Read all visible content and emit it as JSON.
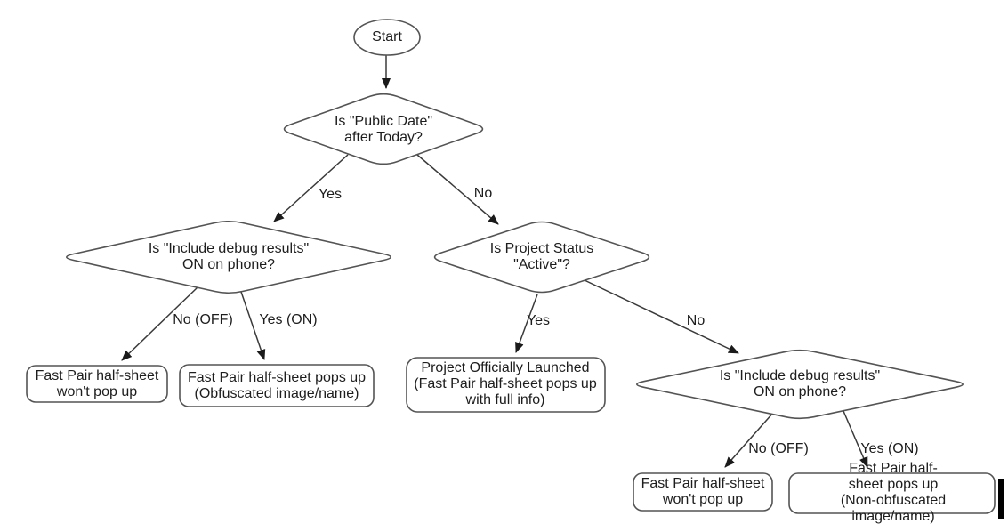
{
  "diagram": {
    "nodes": {
      "start": "Start",
      "decision_public_date": "Is \"Public Date\"\nafter Today?",
      "decision_debug_left": "Is \"Include debug results\"\nON on phone?",
      "decision_project_status": "Is Project Status\n\"Active\"?",
      "decision_debug_right": "Is \"Include debug results\"\nON on phone?",
      "outcome_left_no": "Fast Pair half-sheet\nwon't pop up",
      "outcome_left_yes": "Fast Pair half-sheet pops up\n(Obfuscated image/name)",
      "outcome_middle_yes": "Project Officially Launched\n(Fast Pair half-sheet pops up\nwith full info)",
      "outcome_right_no": "Fast Pair half-sheet\nwon't pop up",
      "outcome_right_yes": "Fast Pair half-sheet pops up\n(Non-obfuscated image/name)"
    },
    "edge_labels": {
      "public_date_yes": "Yes",
      "public_date_no": "No",
      "debug_left_no": "No (OFF)",
      "debug_left_yes": "Yes (ON)",
      "project_status_yes": "Yes",
      "project_status_no": "No",
      "debug_right_no": "No (OFF)",
      "debug_right_yes": "Yes (ON)"
    },
    "colors": {
      "background": "#ffffff",
      "shape_fill": "#ffffff",
      "shape_stroke": "#545454",
      "edge_line": "#3a3a3a",
      "text": "#1d1d1d",
      "cursor_bar": "#000000"
    }
  }
}
